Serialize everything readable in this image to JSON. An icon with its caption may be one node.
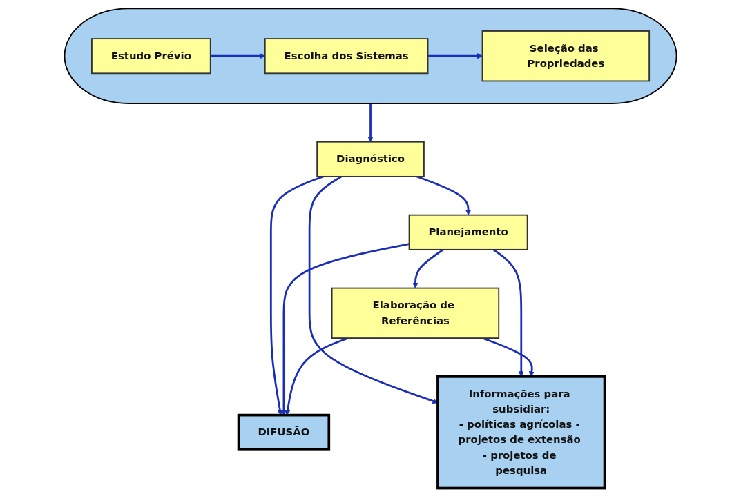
{
  "diagram": {
    "nodes": [
      {
        "text": [],
        "shape": "ellipse"
      },
      {
        "text": [
          "Estudo Prévio"
        ],
        "in": 0
      },
      {
        "text": [
          "Escolha dos Sistemas"
        ],
        "in": 0
      },
      {
        "text": [
          "Seleção das Propriedades"
        ],
        "in": 0
      },
      {
        "text": [
          "Diagnóstico"
        ]
      },
      {
        "text": [
          "Planejamento"
        ]
      },
      {
        "text": [
          "Elaboração de Referências"
        ]
      },
      {
        "text": [
          "DIFUSÃO"
        ]
      },
      {
        "text": [
          "Informações para subsidiar:",
          "- políticas agrícolas - projetos de extensão - projetos de pesquisa"
        ]
      }
    ],
    "edges": [
      {
        "from": 1,
        "to": 2,
        "arrow": "to"
      },
      {
        "from": 2,
        "to": 3,
        "arrow": "to"
      },
      {
        "from": 0,
        "to": 4,
        "arrow": "to"
      },
      {
        "from": 4,
        "to": 5,
        "arrow": "to"
      },
      {
        "from": 5,
        "to": 6,
        "arrow": "to"
      },
      {
        "from": 4,
        "to": 7,
        "arrow": "to"
      },
      {
        "from": 5,
        "to": 7,
        "arrow": "to"
      },
      {
        "from": 6,
        "to": 7,
        "arrow": "to"
      },
      {
        "from": 4,
        "to": 8,
        "arrow": "to"
      },
      {
        "from": 5,
        "to": 8,
        "arrow": "to"
      },
      {
        "from": 6,
        "to": 8,
        "arrow": "to"
      }
    ]
  }
}
